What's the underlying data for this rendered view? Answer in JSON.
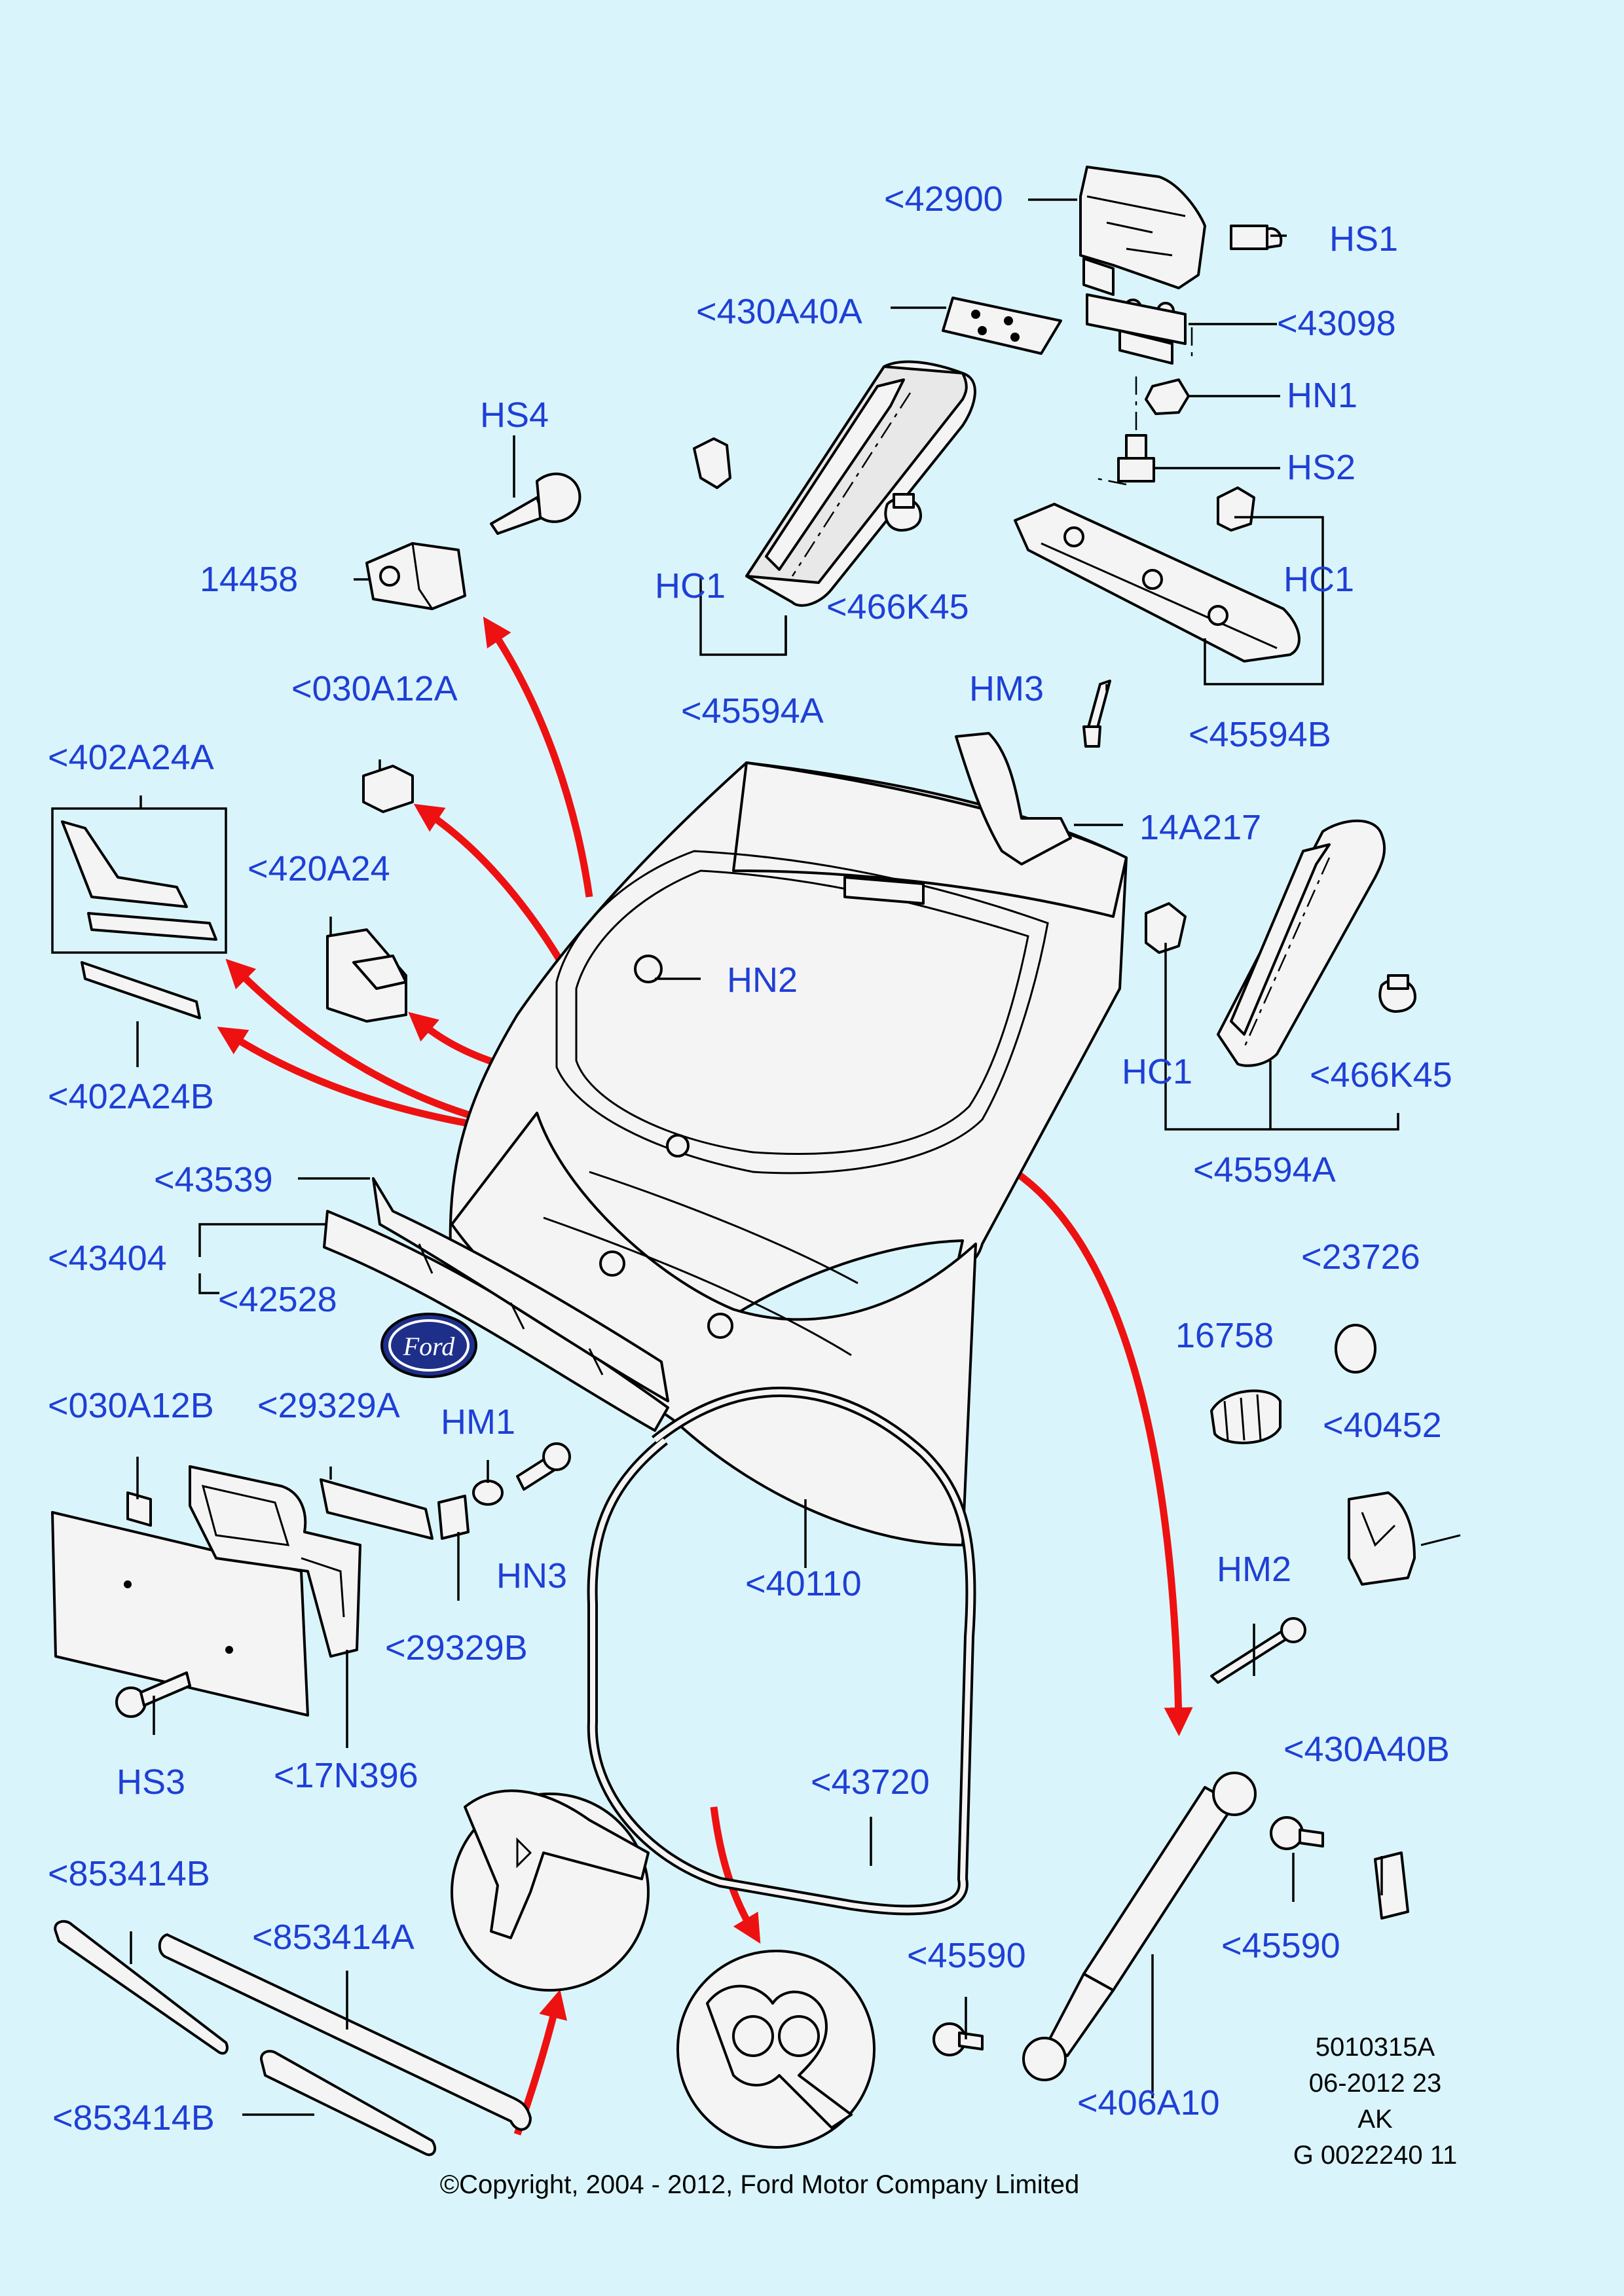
{
  "labels": {
    "p42900": "<42900",
    "hs1": "HS1",
    "p430a40a": "<430A40A",
    "p43098": "<43098",
    "hn1": "HN1",
    "hs2": "HS2",
    "hs4": "HS4",
    "p14458": "14458",
    "hc1_top": "HC1",
    "p466k45_top": "<466K45",
    "p45594a_top": "<45594A",
    "hc1_right_top": "HC1",
    "p45594b": "<45594B",
    "p030a12a": "<030A12A",
    "hm3": "HM3",
    "p14a217": "14A217",
    "p402a24a": "<402A24A",
    "p420a24": "<420A24",
    "hn2": "HN2",
    "p402a24b": "<402A24B",
    "hc1_mid": "HC1",
    "p466k45_mid": "<466K45",
    "p45594a_mid": "<45594A",
    "p43539": "<43539",
    "p43404": "<43404",
    "p42528": "<42528",
    "p23726": "<23726",
    "p16758": "16758",
    "p40452": "<40452",
    "p030a12b": "<030A12B",
    "p29329a": "<29329A",
    "hm1": "HM1",
    "hn3": "HN3",
    "p40110": "<40110",
    "p29329b": "<29329B",
    "hm2": "HM2",
    "hs3": "HS3",
    "p17n396": "<17N396",
    "p430a40b": "<430A40B",
    "p43720": "<43720",
    "p45590_right": "<45590",
    "p853414b_top": "<853414B",
    "p853414a": "<853414A",
    "p45590_bottom": "<45590",
    "p406a10": "<406A10",
    "p853414b_bottom": "<853414B"
  },
  "badge": {
    "text": "Ford"
  },
  "meta": {
    "line1": "5010315A",
    "line2": "06-2012 23",
    "line3": "AK",
    "line4": "G 0022240 11"
  },
  "copyright": "©Copyright, 2004 - 2012, Ford Motor Company Limited",
  "colors": {
    "background": "#d9f5fb",
    "label": "#1f3fd6",
    "arrow": "#ee1111",
    "part_fill": "#f4f4f4"
  }
}
